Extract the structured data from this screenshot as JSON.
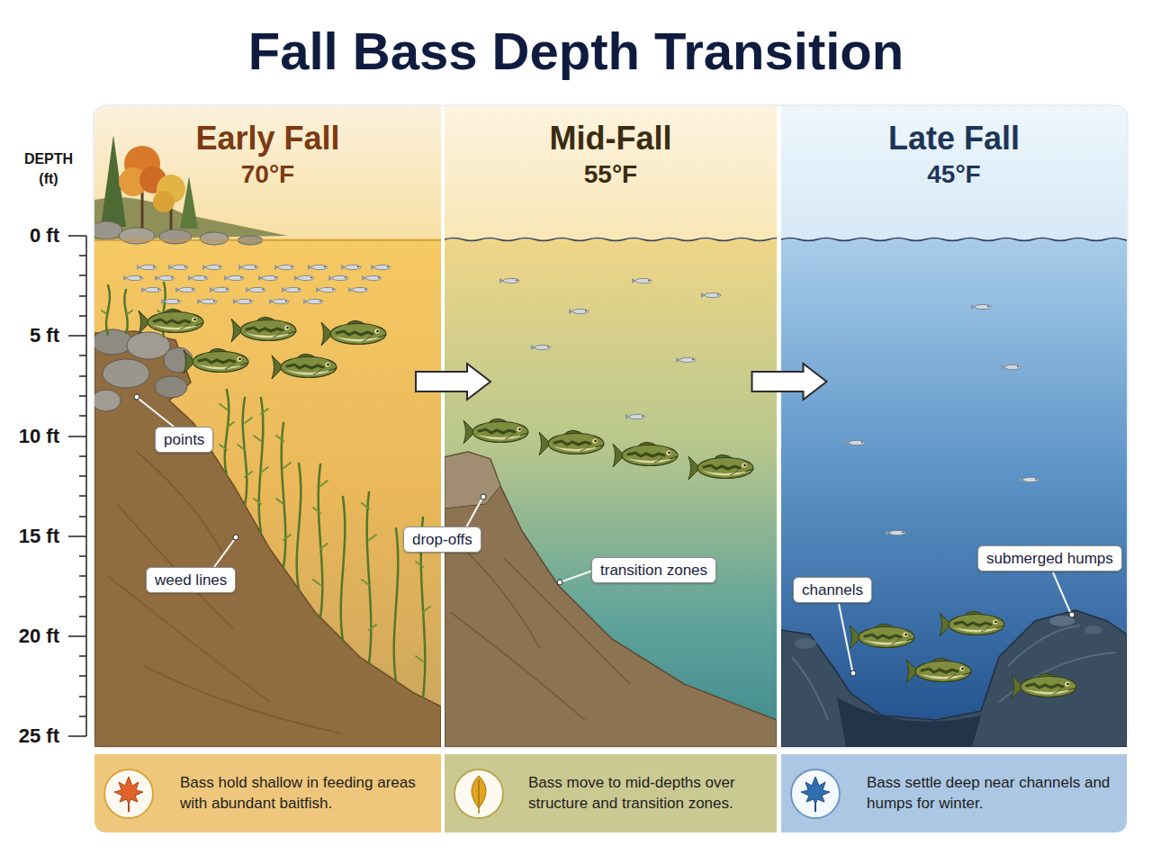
{
  "diagram": {
    "title": "Fall Bass Depth Transition",
    "nodes": [
      {
        "text": [
          "Early Fall",
          "70°F"
        ]
      },
      {
        "text": [
          "points"
        ],
        "in": 0
      },
      {
        "text": [
          "weed lines"
        ],
        "in": 0
      },
      {
        "text": [
          "Mid-Fall",
          "55°F"
        ]
      },
      {
        "text": [
          "drop-offs"
        ],
        "in": 3
      },
      {
        "text": [
          "transition zones"
        ],
        "in": 3
      },
      {
        "text": [
          "Late Fall",
          "45°F"
        ]
      },
      {
        "text": [
          "channels"
        ],
        "in": 6
      },
      {
        "text": [
          "submerged humps"
        ],
        "in": 6
      },
      {
        "text": [
          "Bass hold shallow in feeding areas with abundant baitfish."
        ]
      },
      {
        "text": [
          "Bass move to mid-depths over structure and transition zones."
        ]
      },
      {
        "text": [
          "Bass settle deep near channels and humps for winter."
        ]
      }
    ],
    "edges": [
      {
        "from": 0,
        "to": 3,
        "arrow": "to"
      },
      {
        "from": 3,
        "to": 6,
        "arrow": "to"
      }
    ],
    "labels": [
      "DEPTH (ft)",
      "0 ft",
      "5 ft",
      "10 ft",
      "15 ft",
      "20 ft",
      "25 ft"
    ]
  }
}
